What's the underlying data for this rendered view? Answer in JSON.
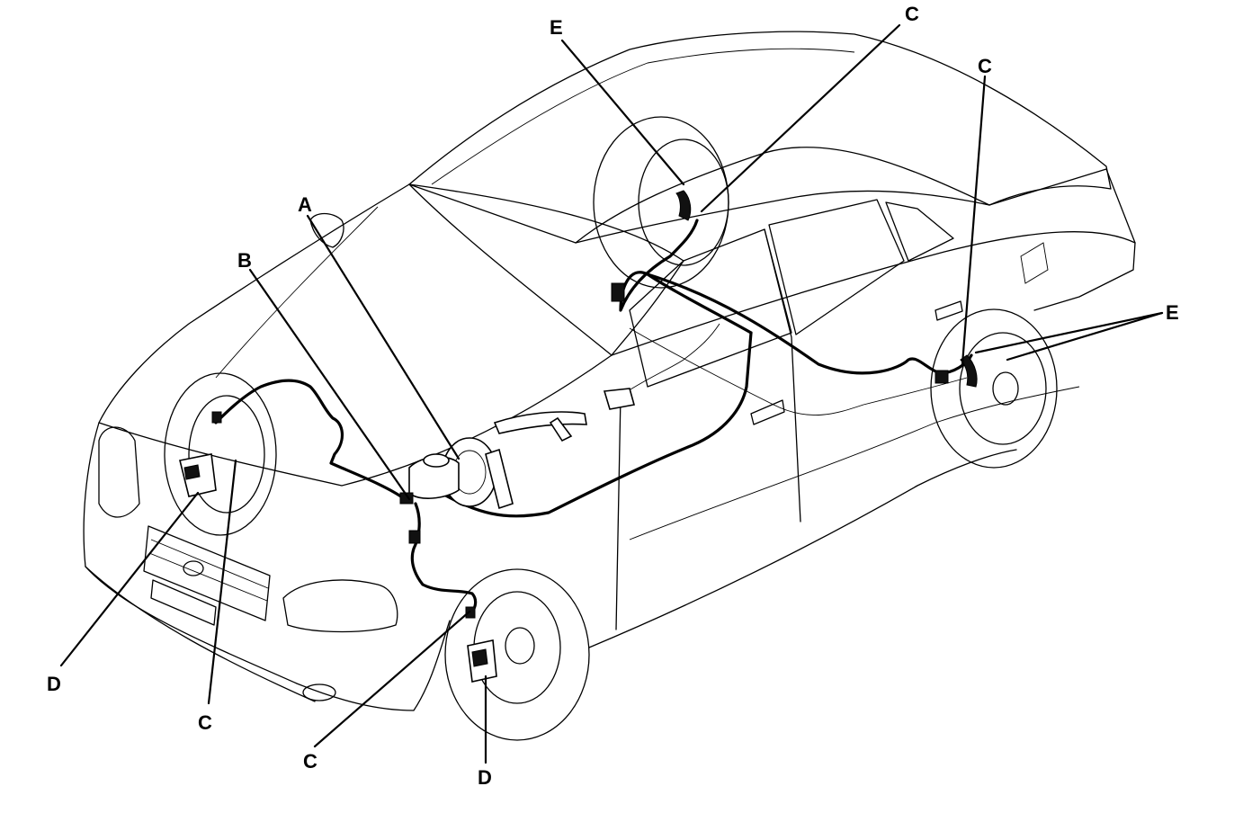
{
  "labels": {
    "a": "A",
    "b": "B",
    "c_top": "C",
    "c_right": "C",
    "c_front_left": "C",
    "c_front_bottom": "C",
    "d_left": "D",
    "d_bottom": "D",
    "e_top": "E",
    "e_right": "E"
  }
}
